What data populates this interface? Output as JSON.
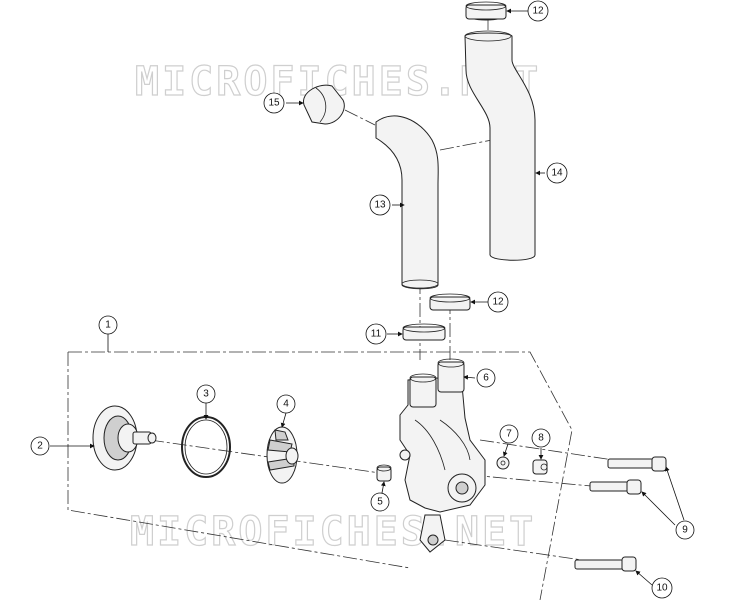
{
  "watermarks": [
    "MICROFICHES.NET",
    "MICROFICHES.NET"
  ],
  "callouts": [
    {
      "id": "c1",
      "label": "1"
    },
    {
      "id": "c2",
      "label": "2"
    },
    {
      "id": "c3",
      "label": "3"
    },
    {
      "id": "c4",
      "label": "4"
    },
    {
      "id": "c5",
      "label": "5"
    },
    {
      "id": "c6",
      "label": "6"
    },
    {
      "id": "c7",
      "label": "7"
    },
    {
      "id": "c8",
      "label": "8"
    },
    {
      "id": "c9",
      "label": "9"
    },
    {
      "id": "c10",
      "label": "10"
    },
    {
      "id": "c11",
      "label": "11"
    },
    {
      "id": "c12a",
      "label": "12"
    },
    {
      "id": "c12b",
      "label": "12"
    },
    {
      "id": "c13",
      "label": "13"
    },
    {
      "id": "c14",
      "label": "14"
    },
    {
      "id": "c15",
      "label": "15"
    }
  ]
}
